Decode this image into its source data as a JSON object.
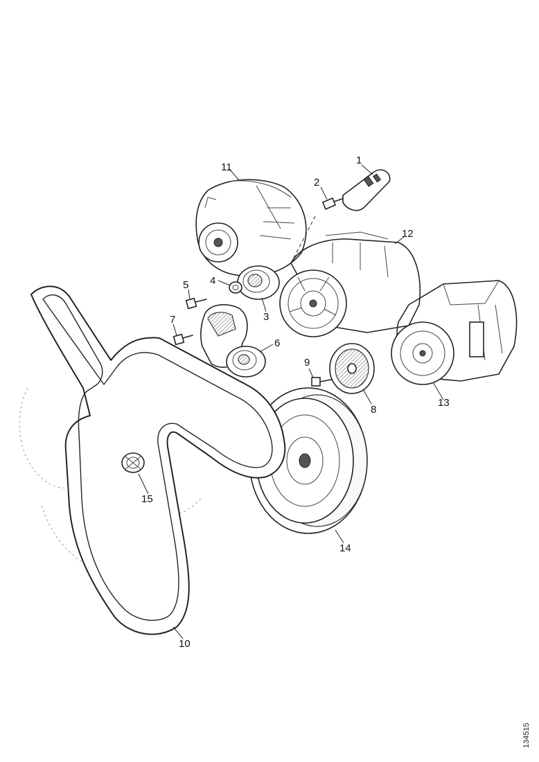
{
  "diagram": {
    "callouts": [
      {
        "id": "1",
        "label": "1"
      },
      {
        "id": "2",
        "label": "2"
      },
      {
        "id": "3",
        "label": "3"
      },
      {
        "id": "4",
        "label": "4"
      },
      {
        "id": "5",
        "label": "5"
      },
      {
        "id": "6",
        "label": "6"
      },
      {
        "id": "7",
        "label": "7"
      },
      {
        "id": "8",
        "label": "8"
      },
      {
        "id": "9",
        "label": "9"
      },
      {
        "id": "10",
        "label": "10"
      },
      {
        "id": "11",
        "label": "11"
      },
      {
        "id": "12",
        "label": "12"
      },
      {
        "id": "13",
        "label": "13"
      },
      {
        "id": "14",
        "label": "14"
      },
      {
        "id": "15",
        "label": "15"
      }
    ],
    "reference_code": "134515"
  }
}
